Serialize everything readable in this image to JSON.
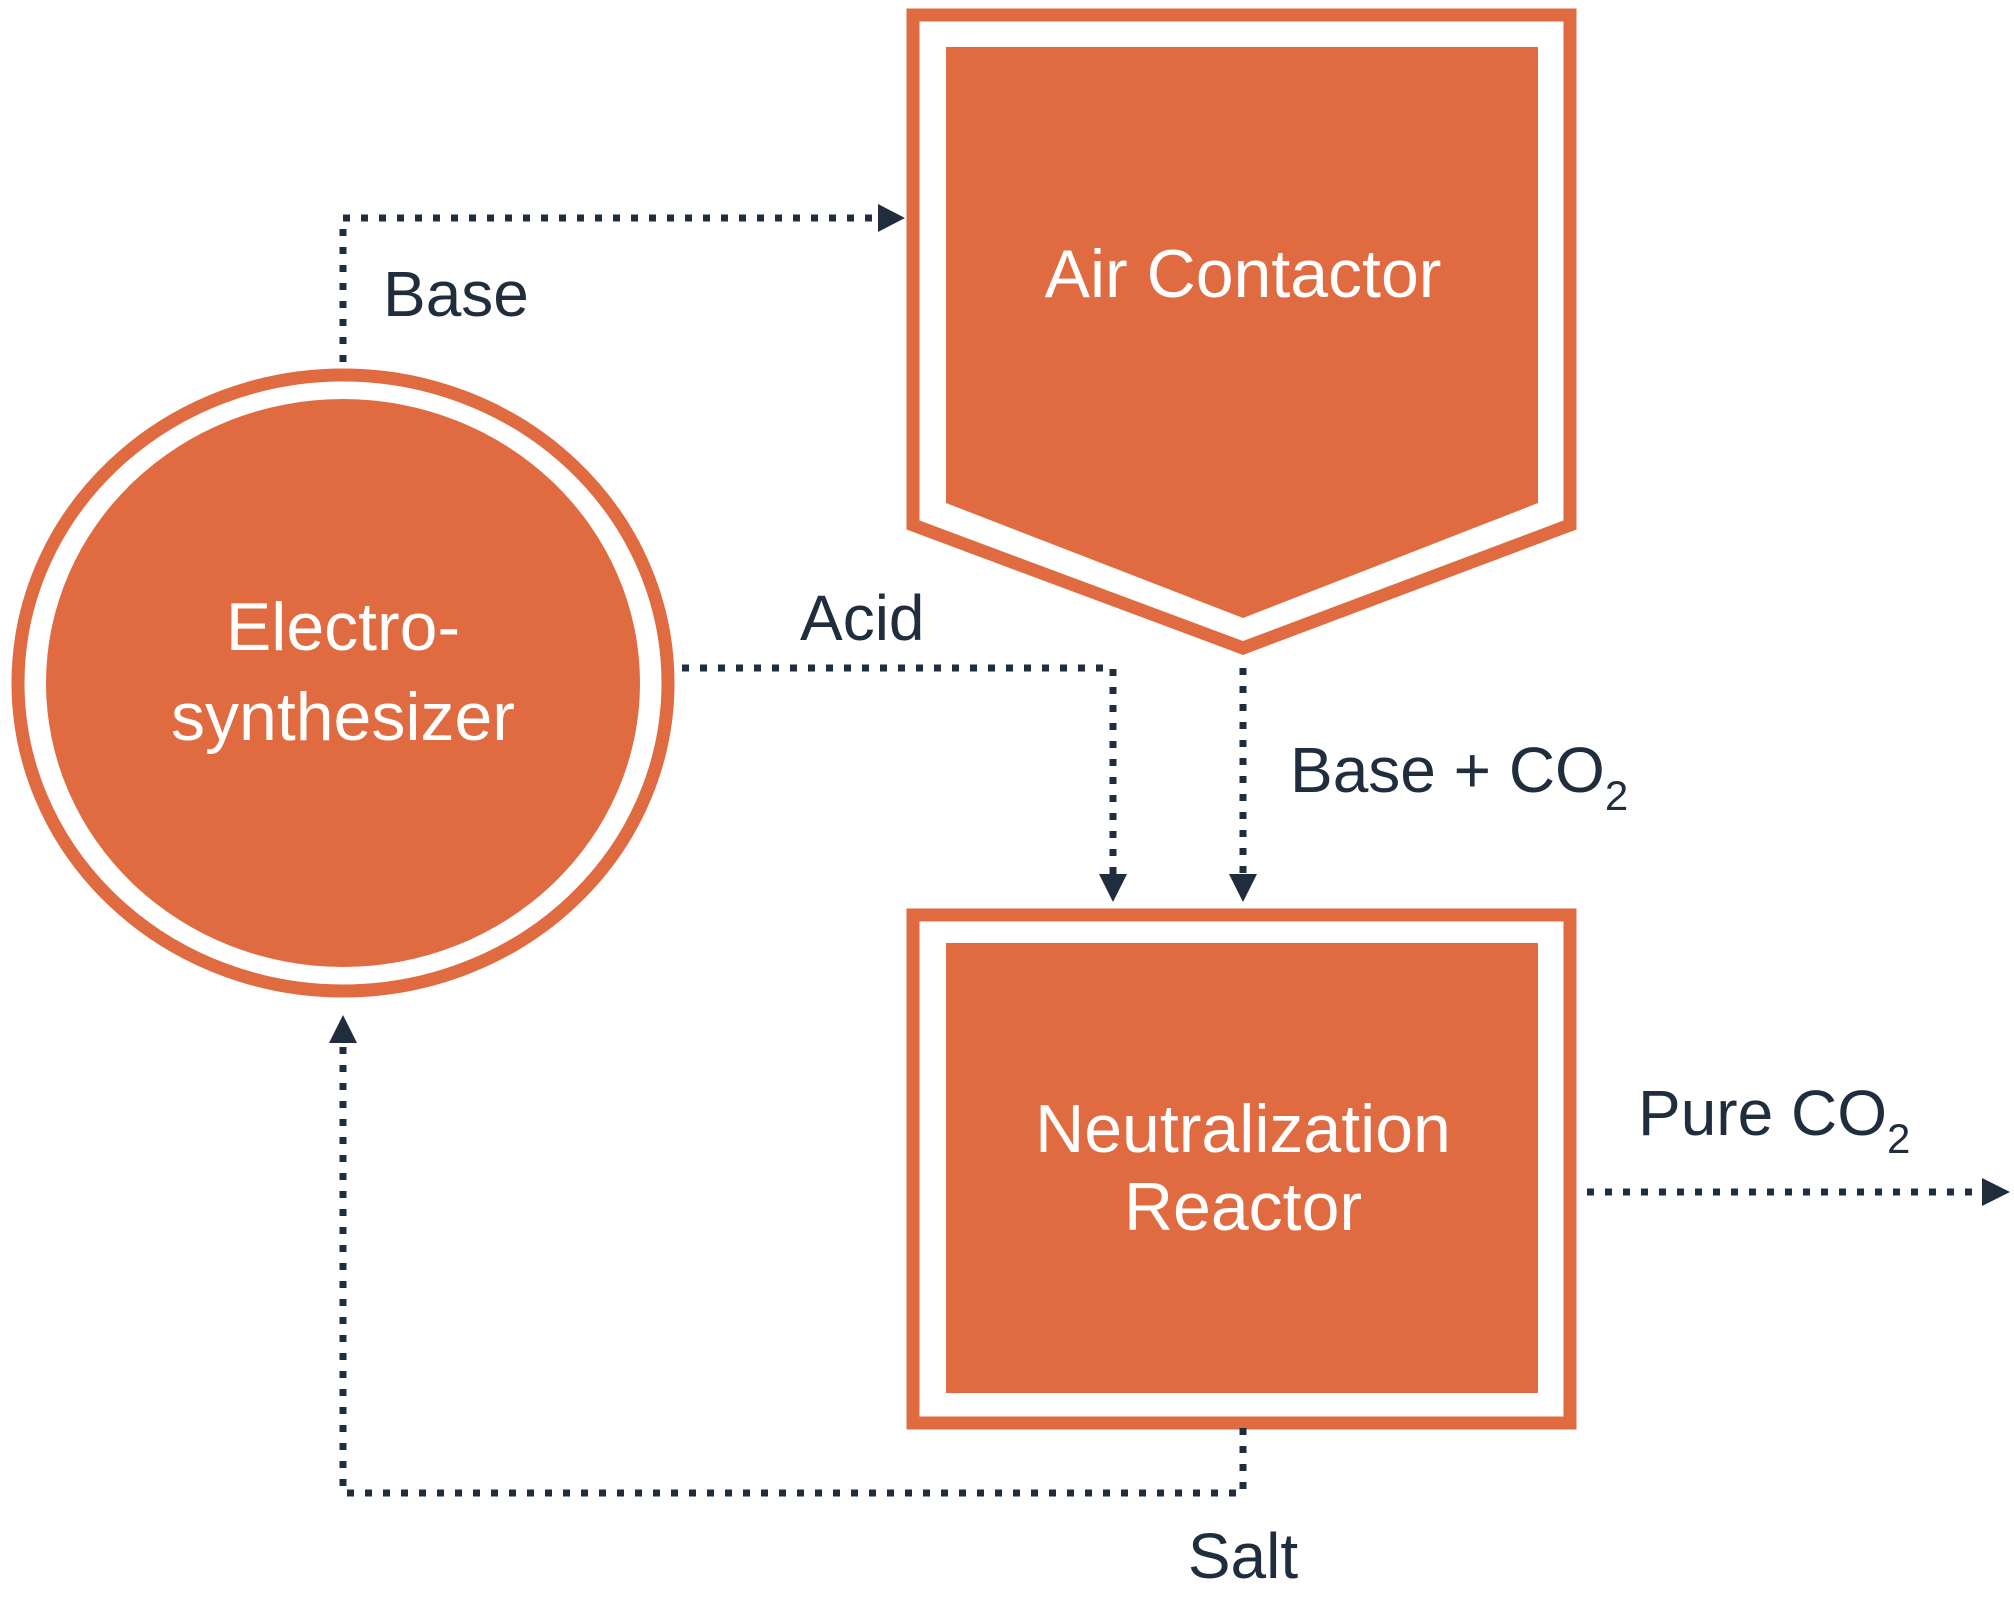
{
  "colors": {
    "node_fill": "#e06b40",
    "node_outline": "#e06b40",
    "flow": "#1f2d3d",
    "node_text": "#ffffff",
    "background": "#ffffff"
  },
  "nodes": {
    "electrosynthesizer": {
      "line1": "Electro-",
      "line2": "synthesizer"
    },
    "air_contactor": {
      "label": "Air Contactor"
    },
    "neutralization_reactor": {
      "line1": "Neutralization",
      "line2": "Reactor"
    }
  },
  "flows": {
    "base": {
      "label": "Base"
    },
    "acid": {
      "label": "Acid"
    },
    "base_co2": {
      "label_main": "Base + CO",
      "label_sub": "2"
    },
    "pure_co2": {
      "label_main": "Pure CO",
      "label_sub": "2"
    },
    "salt": {
      "label": "Salt"
    }
  }
}
